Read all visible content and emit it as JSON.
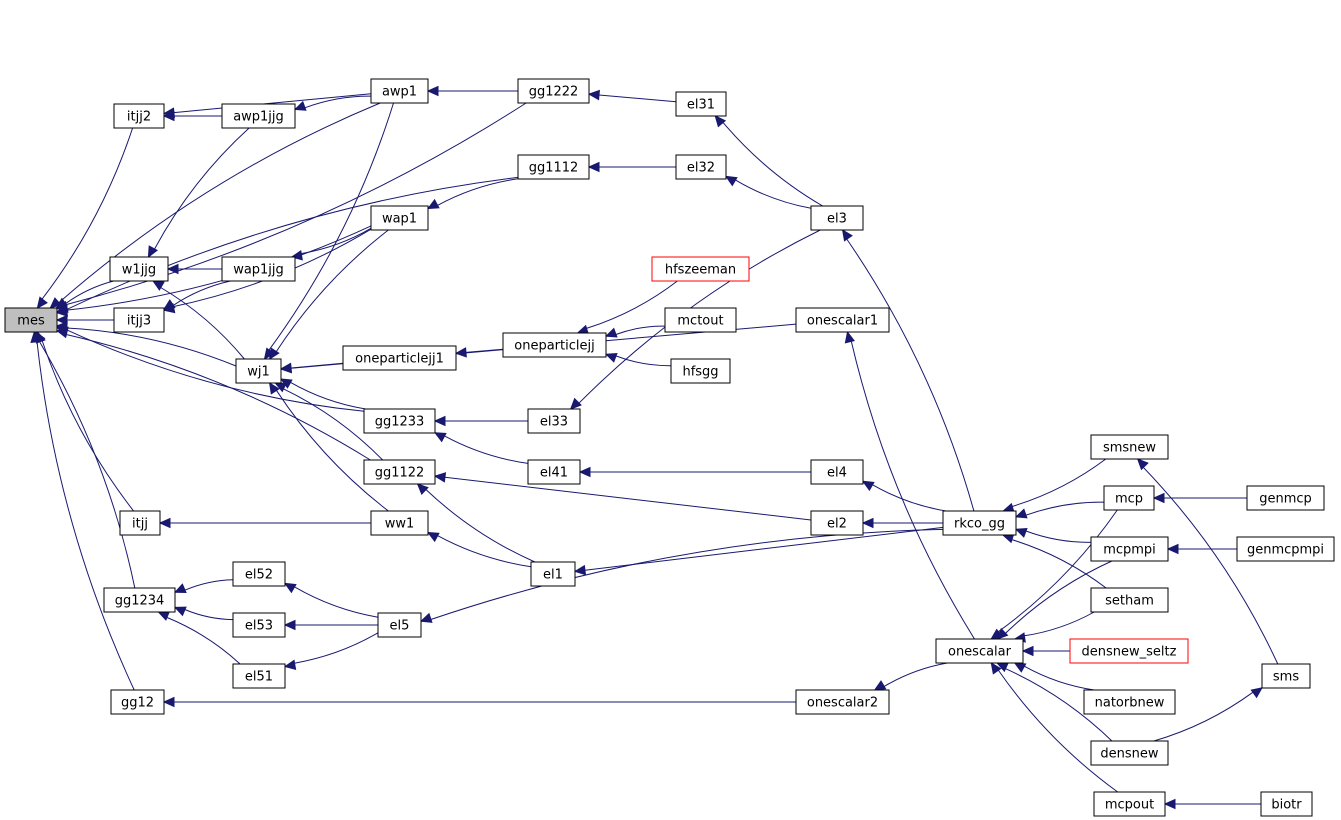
{
  "diagram": {
    "type": "call-graph",
    "colors": {
      "edge": "#191970",
      "border": "#000000",
      "incomplete_border": "#ff0000",
      "highlight_fill": "#bfbfbf",
      "background": "#ffffff"
    },
    "nodes": [
      {
        "id": "mes",
        "label": "mes",
        "highlight": true
      },
      {
        "id": "itjj2",
        "label": "itjj2"
      },
      {
        "id": "awp1jjg",
        "label": "awp1jjg"
      },
      {
        "id": "awp1",
        "label": "awp1"
      },
      {
        "id": "gg1222",
        "label": "gg1222"
      },
      {
        "id": "el31",
        "label": "el31"
      },
      {
        "id": "gg1112",
        "label": "gg1112"
      },
      {
        "id": "el32",
        "label": "el32"
      },
      {
        "id": "wap1",
        "label": "wap1"
      },
      {
        "id": "el3",
        "label": "el3"
      },
      {
        "id": "w1jjg",
        "label": "w1jjg"
      },
      {
        "id": "wap1jjg",
        "label": "wap1jjg"
      },
      {
        "id": "hfszeeman",
        "label": "hfszeeman",
        "incomplete": true
      },
      {
        "id": "itjj3",
        "label": "itjj3"
      },
      {
        "id": "mctout",
        "label": "mctout"
      },
      {
        "id": "onescalar1",
        "label": "onescalar1"
      },
      {
        "id": "oneparticlejj",
        "label": "oneparticlejj"
      },
      {
        "id": "oneparticlejj1",
        "label": "oneparticlejj1"
      },
      {
        "id": "wj1",
        "label": "wj1"
      },
      {
        "id": "hfsgg",
        "label": "hfsgg"
      },
      {
        "id": "gg1233",
        "label": "gg1233"
      },
      {
        "id": "el33",
        "label": "el33"
      },
      {
        "id": "smsnew",
        "label": "smsnew"
      },
      {
        "id": "gg1122",
        "label": "gg1122"
      },
      {
        "id": "el41",
        "label": "el41"
      },
      {
        "id": "el4",
        "label": "el4"
      },
      {
        "id": "mcp",
        "label": "mcp"
      },
      {
        "id": "genmcp",
        "label": "genmcp"
      },
      {
        "id": "itjj",
        "label": "itjj"
      },
      {
        "id": "ww1",
        "label": "ww1"
      },
      {
        "id": "el2",
        "label": "el2"
      },
      {
        "id": "rkco_gg",
        "label": "rkco_gg"
      },
      {
        "id": "mcpmpi",
        "label": "mcpmpi"
      },
      {
        "id": "genmcpmpi",
        "label": "genmcpmpi"
      },
      {
        "id": "el1",
        "label": "el1"
      },
      {
        "id": "el52",
        "label": "el52"
      },
      {
        "id": "gg1234",
        "label": "gg1234"
      },
      {
        "id": "setham",
        "label": "setham"
      },
      {
        "id": "el53",
        "label": "el53"
      },
      {
        "id": "el5",
        "label": "el5"
      },
      {
        "id": "onescalar",
        "label": "onescalar"
      },
      {
        "id": "densnew_seltz",
        "label": "densnew_seltz",
        "incomplete": true
      },
      {
        "id": "el51",
        "label": "el51"
      },
      {
        "id": "sms",
        "label": "sms"
      },
      {
        "id": "gg12",
        "label": "gg12"
      },
      {
        "id": "onescalar2",
        "label": "onescalar2"
      },
      {
        "id": "natorbnew",
        "label": "natorbnew"
      },
      {
        "id": "densnew",
        "label": "densnew"
      },
      {
        "id": "mcpout",
        "label": "mcpout"
      },
      {
        "id": "biotr",
        "label": "biotr"
      }
    ],
    "edges": [
      {
        "from": "itjj2",
        "to": "mes"
      },
      {
        "from": "awp1",
        "to": "mes"
      },
      {
        "from": "gg1222",
        "to": "mes"
      },
      {
        "from": "gg1112",
        "to": "mes"
      },
      {
        "from": "wap1",
        "to": "mes"
      },
      {
        "from": "w1jjg",
        "to": "mes"
      },
      {
        "from": "itjj3",
        "to": "mes"
      },
      {
        "from": "wj1",
        "to": "mes"
      },
      {
        "from": "gg1233",
        "to": "mes"
      },
      {
        "from": "gg1122",
        "to": "mes"
      },
      {
        "from": "itjj",
        "to": "mes"
      },
      {
        "from": "gg1234",
        "to": "mes"
      },
      {
        "from": "gg12",
        "to": "mes"
      },
      {
        "from": "awp1jjg",
        "to": "itjj2"
      },
      {
        "from": "awp1",
        "to": "itjj2"
      },
      {
        "from": "awp1",
        "to": "awp1jjg"
      },
      {
        "from": "gg1222",
        "to": "awp1"
      },
      {
        "from": "el31",
        "to": "gg1222"
      },
      {
        "from": "el3",
        "to": "el31"
      },
      {
        "from": "el32",
        "to": "gg1112"
      },
      {
        "from": "el3",
        "to": "el32"
      },
      {
        "from": "gg1112",
        "to": "wap1"
      },
      {
        "from": "wap1jjg",
        "to": "w1jjg"
      },
      {
        "from": "awp1jjg",
        "to": "w1jjg"
      },
      {
        "from": "wap1",
        "to": "wap1jjg"
      },
      {
        "from": "wap1jjg",
        "to": "itjj3"
      },
      {
        "from": "wap1",
        "to": "itjj3"
      },
      {
        "from": "wj1",
        "to": "w1jjg"
      },
      {
        "from": "awp1",
        "to": "wj1"
      },
      {
        "from": "wap1",
        "to": "wj1"
      },
      {
        "from": "oneparticlejj1",
        "to": "wj1"
      },
      {
        "from": "onescalar1",
        "to": "wj1"
      },
      {
        "from": "gg1233",
        "to": "wj1"
      },
      {
        "from": "gg1122",
        "to": "wj1"
      },
      {
        "from": "ww1",
        "to": "wj1"
      },
      {
        "from": "oneparticlejj",
        "to": "oneparticlejj1"
      },
      {
        "from": "hfszeeman",
        "to": "oneparticlejj"
      },
      {
        "from": "mctout",
        "to": "oneparticlejj"
      },
      {
        "from": "hfsgg",
        "to": "oneparticlejj"
      },
      {
        "from": "el33",
        "to": "gg1233"
      },
      {
        "from": "el41",
        "to": "gg1233"
      },
      {
        "from": "el3",
        "to": "el33"
      },
      {
        "from": "el4",
        "to": "el41"
      },
      {
        "from": "el2",
        "to": "gg1122"
      },
      {
        "from": "el1",
        "to": "gg1122"
      },
      {
        "from": "ww1",
        "to": "itjj"
      },
      {
        "from": "el1",
        "to": "ww1"
      },
      {
        "from": "rkco_gg",
        "to": "el3"
      },
      {
        "from": "rkco_gg",
        "to": "el4"
      },
      {
        "from": "rkco_gg",
        "to": "el2"
      },
      {
        "from": "rkco_gg",
        "to": "el1"
      },
      {
        "from": "rkco_gg",
        "to": "el5"
      },
      {
        "from": "smsnew",
        "to": "rkco_gg"
      },
      {
        "from": "mcp",
        "to": "rkco_gg"
      },
      {
        "from": "mcpmpi",
        "to": "rkco_gg"
      },
      {
        "from": "setham",
        "to": "rkco_gg"
      },
      {
        "from": "onescalar",
        "to": "onescalar1"
      },
      {
        "from": "onescalar",
        "to": "onescalar2"
      },
      {
        "from": "onescalar2",
        "to": "gg12"
      },
      {
        "from": "el52",
        "to": "gg1234"
      },
      {
        "from": "el53",
        "to": "gg1234"
      },
      {
        "from": "el51",
        "to": "gg1234"
      },
      {
        "from": "el5",
        "to": "el52"
      },
      {
        "from": "el5",
        "to": "el53"
      },
      {
        "from": "el5",
        "to": "el51"
      },
      {
        "from": "genmcp",
        "to": "mcp"
      },
      {
        "from": "genmcpmpi",
        "to": "mcpmpi"
      },
      {
        "from": "sms",
        "to": "smsnew"
      },
      {
        "from": "mcp",
        "to": "onescalar"
      },
      {
        "from": "mcpmpi",
        "to": "onescalar"
      },
      {
        "from": "setham",
        "to": "onescalar"
      },
      {
        "from": "densnew_seltz",
        "to": "onescalar"
      },
      {
        "from": "natorbnew",
        "to": "onescalar"
      },
      {
        "from": "densnew",
        "to": "onescalar"
      },
      {
        "from": "mcpout",
        "to": "onescalar"
      },
      {
        "from": "densnew",
        "to": "sms"
      },
      {
        "from": "biotr",
        "to": "mcpout"
      }
    ]
  }
}
